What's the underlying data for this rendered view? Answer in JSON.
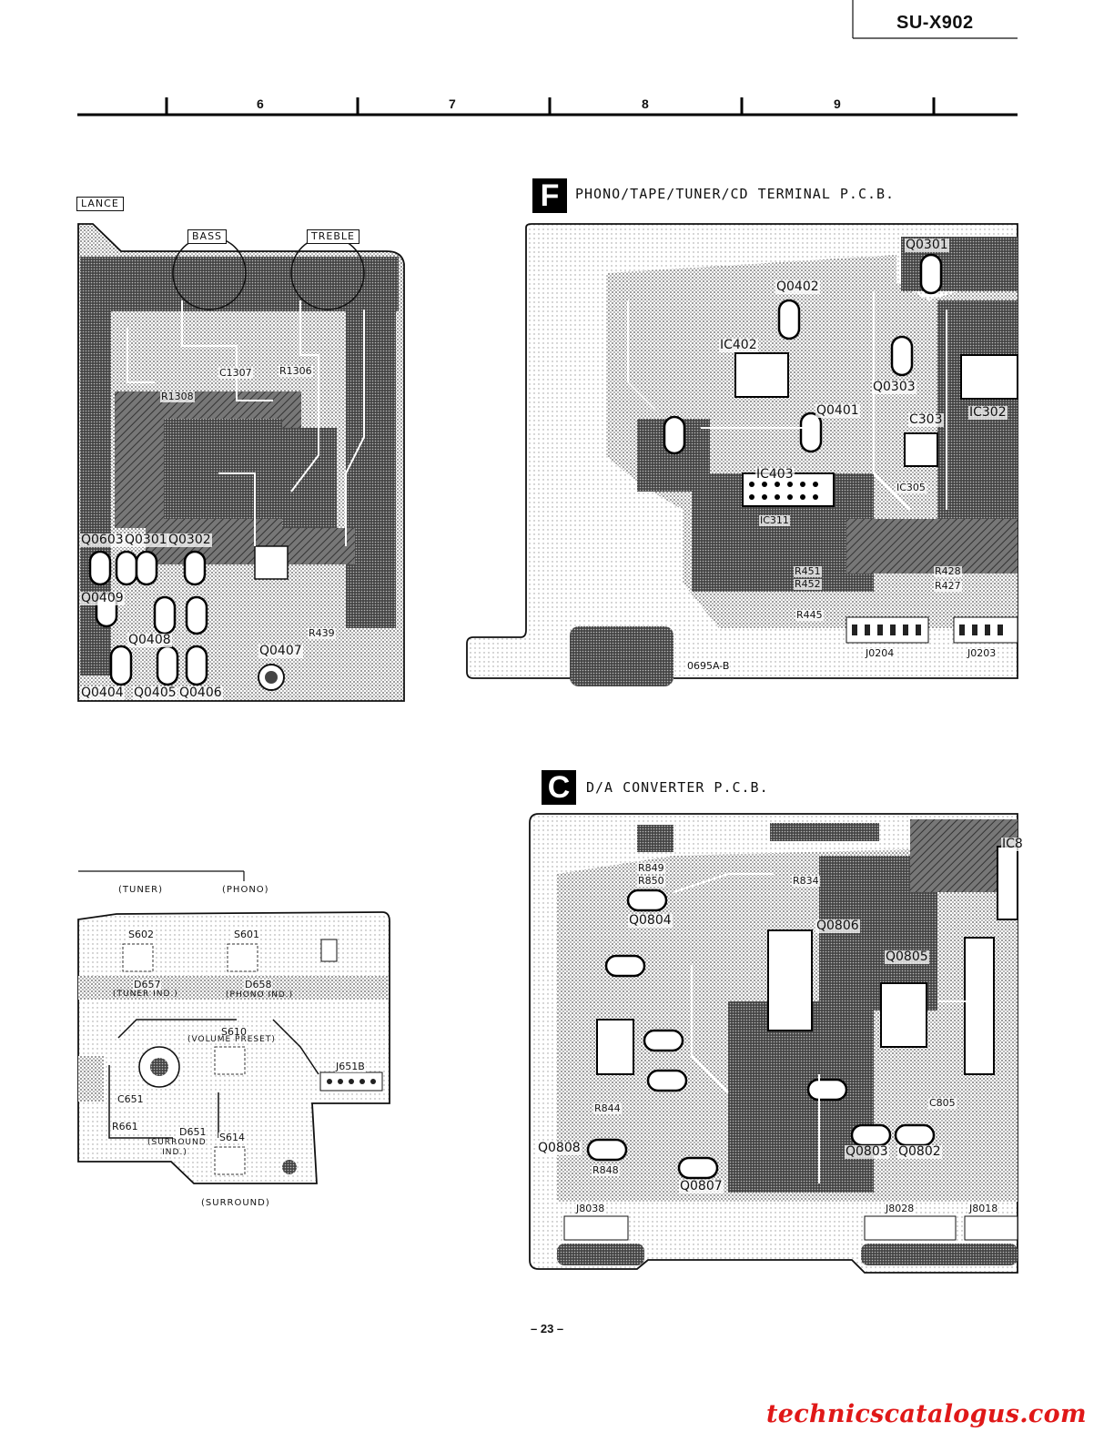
{
  "header": {
    "model": "SU-X902"
  },
  "grid_columns": [
    "6",
    "7",
    "8",
    "9"
  ],
  "board_f": {
    "badge": "F",
    "title": "PHONO/TAPE/TUNER/CD TERMINAL P.C.B.",
    "refs": {
      "q0402": "Q0402",
      "q0401": "Q0401",
      "q0303": "Q0303",
      "q0301": "Q0301",
      "ic402": "IC402",
      "ic403": "IC403",
      "ic302": "IC302",
      "c303": "C303",
      "ic305": "IC305",
      "ic311": "IC311",
      "r451": "R451",
      "r452": "R452",
      "r445": "R445",
      "r428": "R428",
      "r427": "R427",
      "j0204": "J0204",
      "j0203": "J0203",
      "code": "0695A-B"
    }
  },
  "board_c": {
    "badge": "C",
    "title": "D/A CONVERTER P.C.B.",
    "refs": {
      "r849": "R849",
      "r850": "R850",
      "q0804": "Q0804",
      "r834": "R834",
      "q0806": "Q0806",
      "q0805": "Q0805",
      "q0808": "Q0808",
      "q0807": "Q0807",
      "q0803": "Q0803",
      "q0802": "Q0802",
      "r848": "R848",
      "c805": "C805",
      "r844": "R844",
      "j8038": "J8038",
      "j8028": "J8028",
      "j8018": "J8018",
      "ic8": "IC8"
    }
  },
  "board_tone": {
    "labels": {
      "balance": "LANCE",
      "bass": "BASS",
      "treble": "TREBLE"
    },
    "refs": {
      "q0603": "Q0603",
      "q0301": "Q0301",
      "q0302": "Q0302",
      "q0409": "Q0409",
      "q0408": "Q0408",
      "q0407": "Q0407",
      "q0404": "Q0404",
      "q0405": "Q0405",
      "q0406": "Q0406",
      "c1307": "C1307",
      "r1306": "R1306",
      "r1308": "R1308",
      "r439": "R439"
    }
  },
  "board_front": {
    "labels": {
      "tuner": "(TUNER)",
      "phono": "(PHONO)",
      "surround": "(SURROUND)",
      "tuner_ind": "(TUNER IND.)",
      "phono_ind": "(PHONO IND.)",
      "volume_preset": "(VOLUME PRESET)",
      "surround_ind": "(SURROUND IND.)"
    },
    "refs": {
      "s602": "S602",
      "s601": "S601",
      "d657": "D657",
      "d658": "D658",
      "s610": "S610",
      "s614": "S614",
      "c651": "C651",
      "r661": "R661",
      "d651": "D651",
      "j651b": "J651B"
    }
  },
  "footer": {
    "page": "– 23 –",
    "watermark": "technicscatalogus.com"
  }
}
